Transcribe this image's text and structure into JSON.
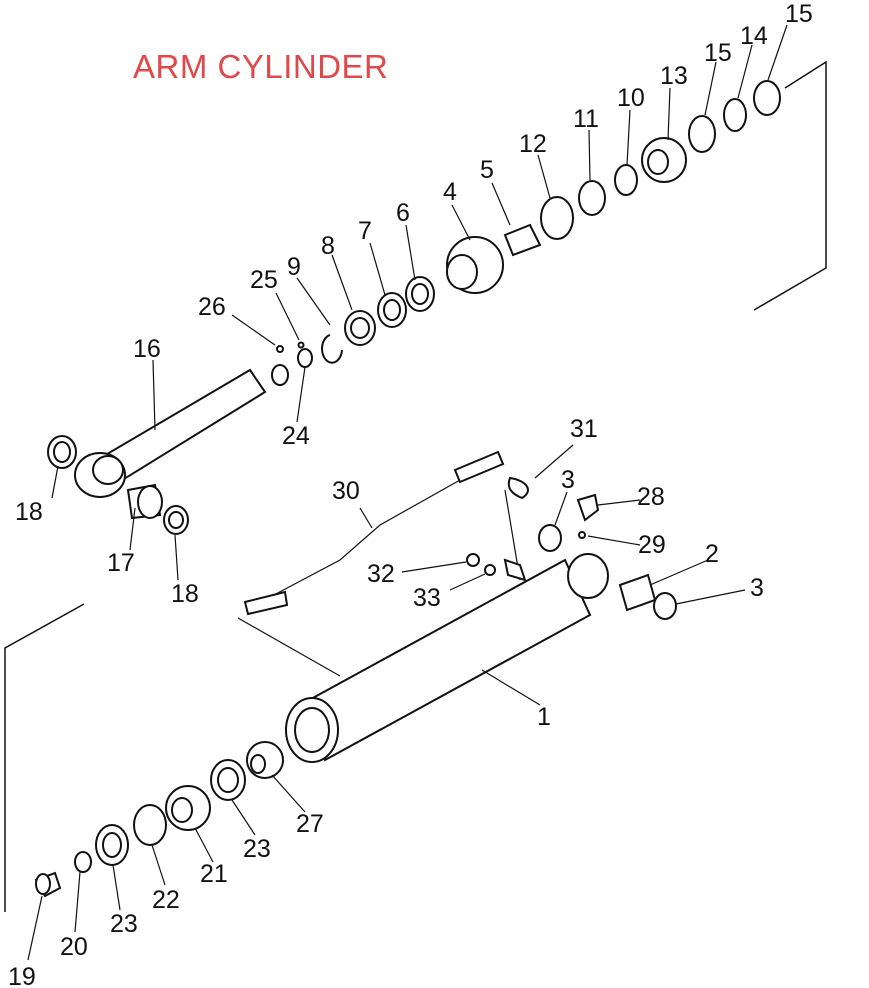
{
  "title": "ARM CYLINDER",
  "callouts": [
    "1",
    "2",
    "3",
    "3",
    "4",
    "5",
    "6",
    "7",
    "8",
    "9",
    "10",
    "11",
    "12",
    "13",
    "14",
    "15",
    "15",
    "16",
    "17",
    "18",
    "18",
    "19",
    "20",
    "21",
    "22",
    "23",
    "23",
    "24",
    "25",
    "26",
    "27",
    "28",
    "29",
    "30",
    "31",
    "32",
    "33"
  ]
}
